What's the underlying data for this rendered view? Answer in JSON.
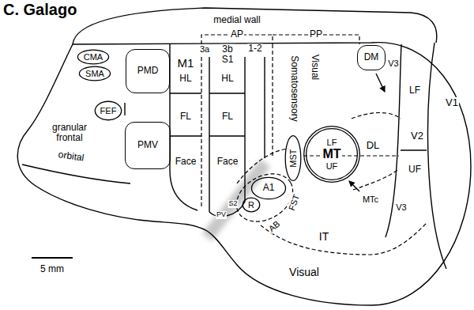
{
  "diagram": {
    "title": "C. Galago",
    "nodes": [
      {
        "text": [
          "CMA"
        ]
      },
      {
        "text": [
          "SMA"
        ]
      },
      {
        "text": [
          "PMD"
        ]
      },
      {
        "text": [
          "FEF"
        ]
      },
      {
        "text": [
          "PMV"
        ]
      },
      {
        "text": [
          "DM"
        ]
      },
      {
        "text": [
          "MST"
        ]
      },
      {
        "text": [
          "LF",
          "MT",
          "UF"
        ]
      },
      {
        "text": [
          "A1"
        ]
      },
      {
        "text": [
          "R"
        ]
      }
    ],
    "labels": [
      "medial wall",
      "AP",
      "PP",
      "3a",
      "3b S1",
      "1-2",
      "HL",
      "M1",
      "FL",
      "Face",
      "HL",
      "FL",
      "Face",
      "granular frontal",
      "orbital",
      "Somatosensory",
      "Visual",
      "V3",
      "LF",
      "V2",
      "V1",
      "UF",
      "V3",
      "DL",
      "MTc",
      "FST",
      "PV",
      "S2",
      "AB",
      "IT",
      "Visual",
      "5 mm"
    ]
  }
}
